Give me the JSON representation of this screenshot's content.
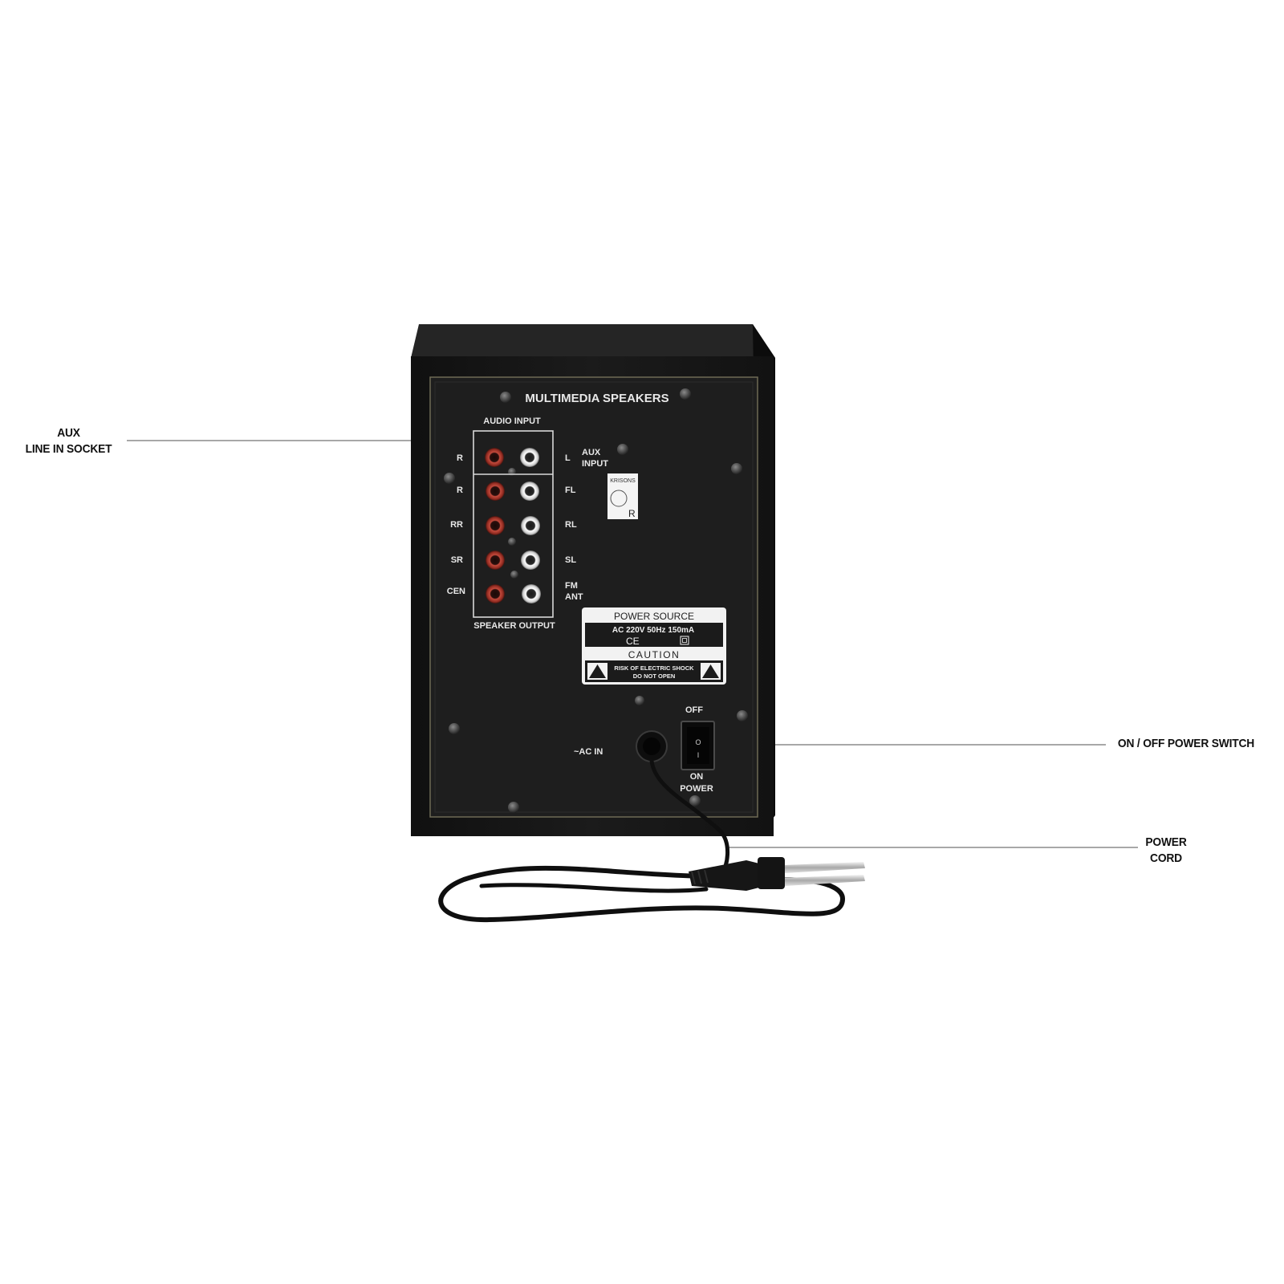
{
  "callouts": {
    "aux": {
      "line1": "AUX",
      "line2": "LINE IN SOCKET"
    },
    "power_switch": {
      "line1": "ON / OFF POWER SWITCH"
    },
    "power_cord": {
      "line1": "POWER",
      "line2": "CORD"
    }
  },
  "panel": {
    "title": "MULTIMEDIA SPEAKERS",
    "audio_input_label": "AUDIO INPUT",
    "speaker_output_label": "SPEAKER OUTPUT",
    "aux_input_label": {
      "line1": "AUX",
      "line2": "INPUT"
    },
    "left_labels": [
      "R",
      "R",
      "RR",
      "SR",
      "CEN"
    ],
    "right_labels": [
      "L",
      "FL",
      "RL",
      "SL",
      "FM"
    ],
    "right_label_extra": "ANT",
    "sticker": {
      "brand": "KRISONS",
      "mark": "R"
    },
    "power_label": {
      "header": "POWER SOURCE",
      "rating": "AC 220V 50Hz 150mA",
      "ce_mark": "CE",
      "caution": "CAUTION",
      "warning_line1": "RISK OF ELECTRIC SHOCK",
      "warning_line2": "DO NOT OPEN"
    },
    "ac_in_label": "~AC IN",
    "switch": {
      "off_label": "OFF",
      "on_label": "ON",
      "power_label": "POWER",
      "off_symbol": "O",
      "on_symbol": "I"
    }
  },
  "colors": {
    "cabinet": "#161616",
    "panel": "#1d1d1d",
    "panel_border": "#6e6a55",
    "print": "#e8e8e8",
    "jack_red": "#b0382c",
    "jack_white": "#ececec",
    "label_bg": "#f2f2f2",
    "leader": "#a8a8a8",
    "text": "#111111"
  }
}
